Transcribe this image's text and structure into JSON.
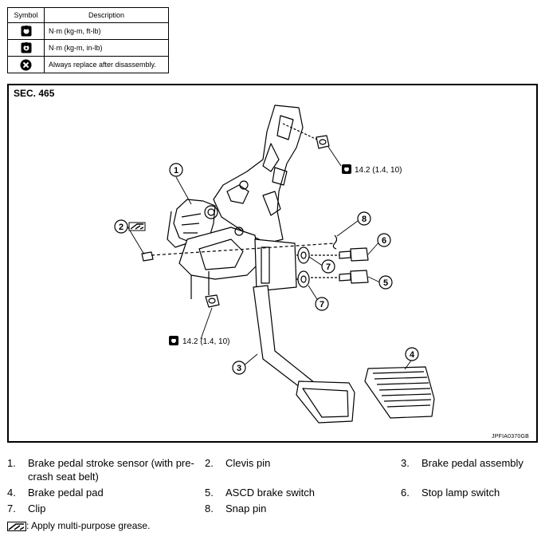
{
  "symbol_table": {
    "header_symbol": "Symbol",
    "header_description": "Description",
    "rows": [
      {
        "icon": "torque-wrench-icon",
        "description": "N·m (kg-m, ft-lb)"
      },
      {
        "icon": "torque-wrench-small-icon",
        "description": "N·m (kg-m, in-lb)"
      },
      {
        "icon": "always-replace-icon",
        "description": "Always replace after disassembly."
      }
    ]
  },
  "diagram": {
    "section": "SEC. 465",
    "figure_code": "JPFIA0370GB",
    "callouts": [
      "1",
      "2",
      "3",
      "4",
      "5",
      "6",
      "7",
      "7",
      "8"
    ],
    "torque_upper": "14.2 (1.4, 10)",
    "torque_lower": "14.2 (1.4, 10)"
  },
  "legend": [
    {
      "num": "1.",
      "text": "Brake pedal stroke sensor (with pre-crash seat belt)"
    },
    {
      "num": "2.",
      "text": "Clevis pin"
    },
    {
      "num": "3.",
      "text": "Brake pedal assembly"
    },
    {
      "num": "4.",
      "text": "Brake pedal pad"
    },
    {
      "num": "5.",
      "text": "ASCD brake switch"
    },
    {
      "num": "6.",
      "text": "Stop lamp switch"
    },
    {
      "num": "7.",
      "text": "Clip"
    },
    {
      "num": "8.",
      "text": "Snap pin"
    }
  ],
  "grease_note": ": Apply multi-purpose grease."
}
